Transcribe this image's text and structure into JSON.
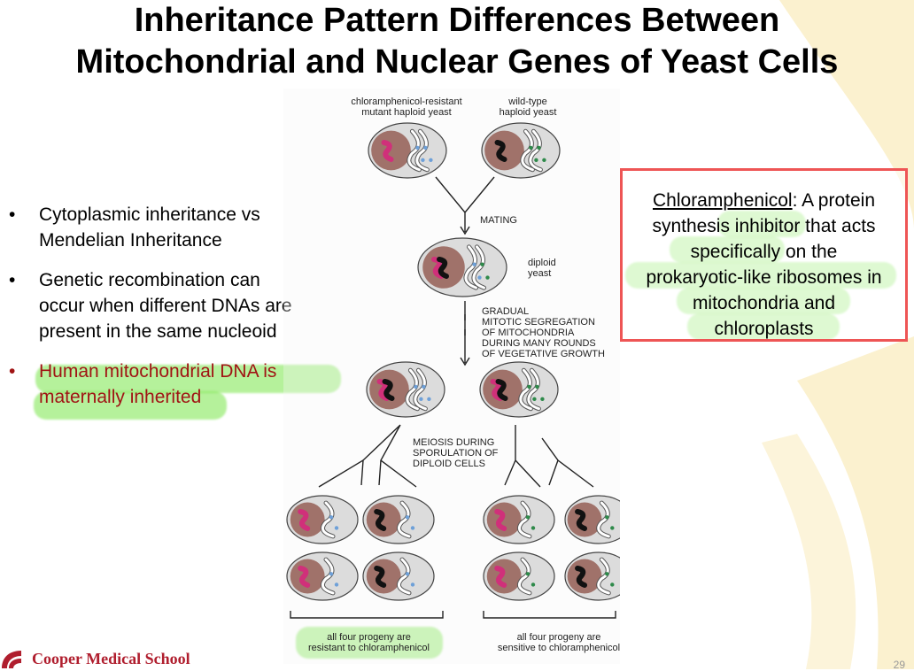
{
  "slide": {
    "title_line1": "Inheritance Pattern Differences Between",
    "title_line2": "Mitochondrial and Nuclear Genes of Yeast Cells",
    "bullets": [
      {
        "lines": [
          "Cytoplasmic inheritance vs",
          "Mendelian Inheritance"
        ],
        "color": "#000000"
      },
      {
        "lines": [
          "Genetic recombination can",
          "occur when different DNAs are",
          "present in the same nucleoid"
        ],
        "color": "#000000"
      },
      {
        "lines": [
          "Human mitochondrial DNA is",
          "maternally inherited"
        ],
        "color": "#a01414"
      }
    ],
    "bullet_glyph": "•",
    "infobox": {
      "term": "Chloramphenicol",
      "text_after_term": ":  A protein",
      "line2": "synthesis inhibitor that acts",
      "line3": "specifically on the",
      "line4": "prokaryotic-like ribosomes in",
      "line5": "mitochondria and",
      "line6": "chloroplasts",
      "border_color": "#e55555"
    },
    "highlight_color": "#7ae64a",
    "footer_logo_text": "Cooper Medical School",
    "page_number": "29"
  },
  "figure": {
    "label_mutant": [
      "chloramphenicol-resistant",
      "mutant haploid yeast"
    ],
    "label_wildtype": [
      "wild-type",
      "haploid yeast"
    ],
    "label_mating": "MATING",
    "label_diploid": [
      "diploid",
      "yeast"
    ],
    "label_segregation": [
      "GRADUAL",
      "MITOTIC SEGREGATION",
      "OF MITOCHONDRIA",
      "DURING MANY ROUNDS",
      "OF VEGETATIVE GROWTH"
    ],
    "label_meiosis": [
      "MEIOSIS DURING",
      "SPORULATION OF",
      "DIPLOID CELLS"
    ],
    "label_resistant": [
      "all four progeny are",
      "resistant to chloramphenicol"
    ],
    "label_sensitive": [
      "all four progeny are",
      "sensitive to chloramphenicol"
    ],
    "colors": {
      "cell_fill": "#dcdcdc",
      "nucleus": "#a0726a",
      "mutant_dna": "#d0307a",
      "wild_dna": "#111111",
      "mito_blue": "#6ea0d8",
      "mito_green": "#2e8a4a"
    }
  }
}
